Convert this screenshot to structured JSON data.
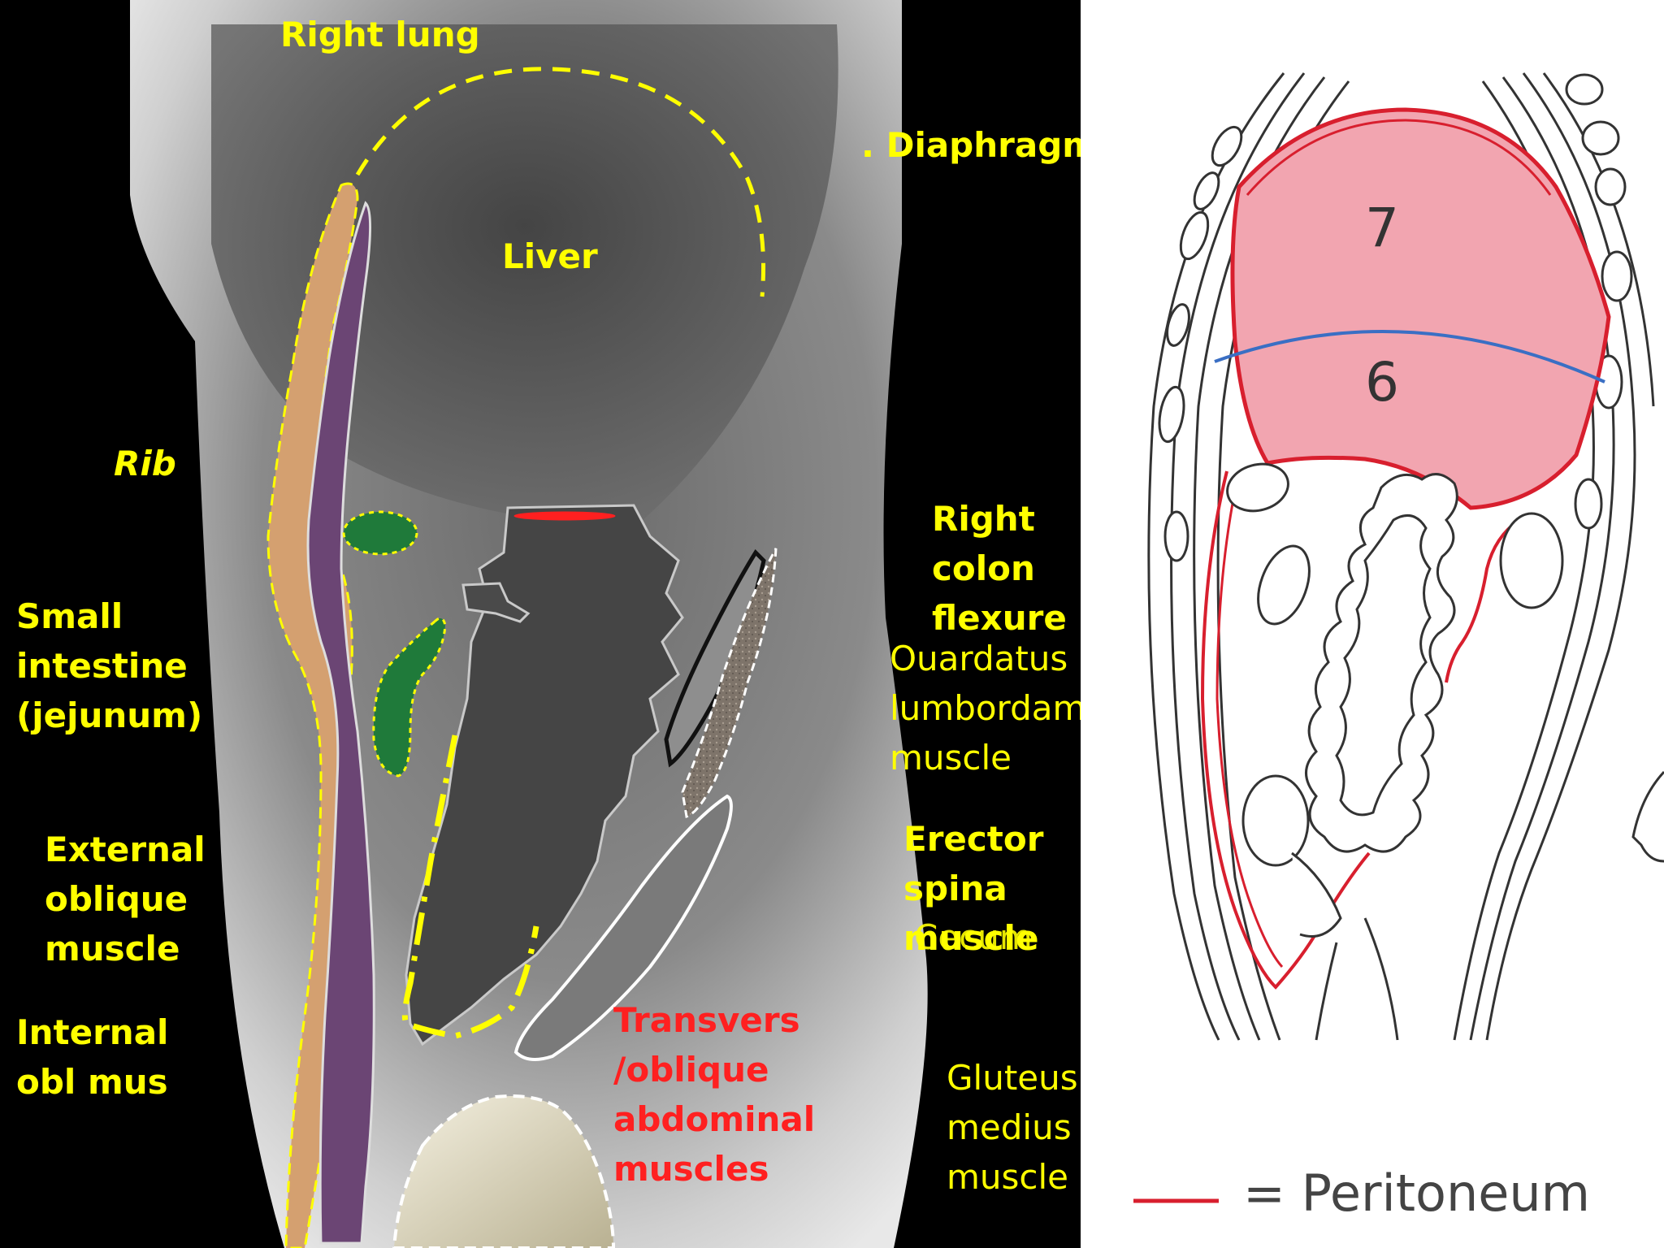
{
  "colors": {
    "yellow": "#ffff00",
    "red": "#ff2020",
    "peritoneum": "#d81f2e",
    "shaded_area": "#f2a5b0",
    "blue_line": "#3a6fc4"
  },
  "mri_labels": {
    "right_lung": "Right lung",
    "diaphragm": ". Diaphragm",
    "liver": "Liver",
    "rib": "Rib",
    "small_intestine": "Small\nintestine\n(jejunum)",
    "external_oblique": "External\noblique\nmuscle",
    "internal_oblique": "Internal\nobl mus",
    "right_colon_flexure": "Right\ncolon\nflexure",
    "quadratus": "Ouardatus\nlumbordam\nmuscle",
    "erector_spina": "Erector\nspina\nmuscle",
    "cecum": "Cecum",
    "transvers_oblique": "Transvers\n/oblique\nabdominal\nmuscles",
    "gluteus_medius": "Gluteus\nmedius\nmuscle"
  },
  "diagram": {
    "region_upper": "7",
    "region_lower": "6",
    "legend_text": "= Peritoneum"
  }
}
